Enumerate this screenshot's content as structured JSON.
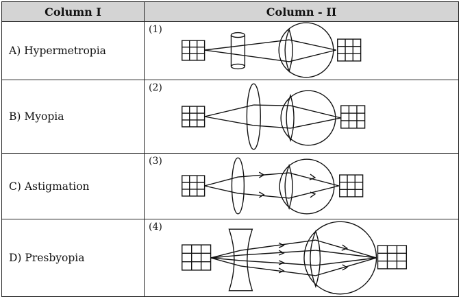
{
  "header": {
    "col1": "Column I",
    "col2": "Column - II"
  },
  "rows": [
    {
      "label": "A)  Hypermetropia",
      "number": "(1)"
    },
    {
      "label": "B)  Myopia",
      "number": "(2)"
    },
    {
      "label": "C)  Astigmation",
      "number": "(3)"
    },
    {
      "label": "D)  Presbyopia",
      "number": "(4)"
    }
  ]
}
